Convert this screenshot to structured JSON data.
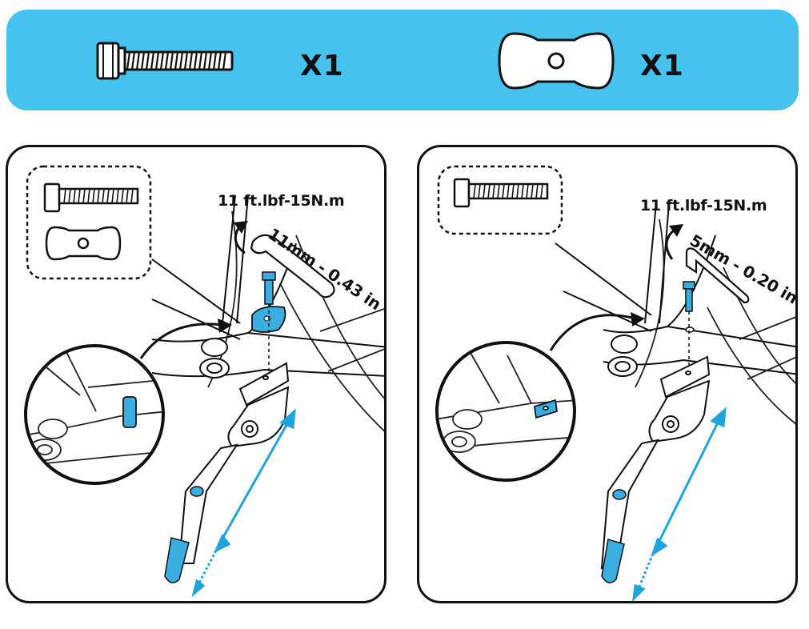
{
  "header": {
    "bolt_quantity": "X1",
    "plate_quantity": "X1"
  },
  "left_panel": {
    "torque": "11 ft.lbf-15N.m",
    "tool": "11mm - 0.43 in"
  },
  "right_panel": {
    "torque": "11 ft.lbf-15N.m",
    "tool": "5mm - 0.20 in"
  },
  "colors": {
    "header_bg": "#46c2ee",
    "highlight_blue": "#3aaee0",
    "arrow_blue": "#1ea4dc"
  }
}
